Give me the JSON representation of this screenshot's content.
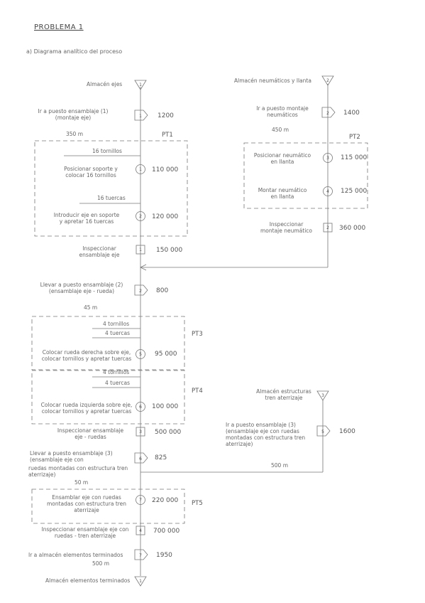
{
  "header": {
    "title": "PROBLEMA 1",
    "subtitle": "a)   Diagrama analítico del proceso"
  },
  "main_line": {
    "start_label": "Almacén ejes",
    "start_symbol": "1",
    "steps": [
      {
        "symbol": "1",
        "lines": [
          "Ir a puesto ensamblaje (1)",
          "(montaje eje)"
        ],
        "distance": "350 m",
        "cost": "1200"
      },
      {
        "symbol": "1",
        "lines": [
          "Posicionar soporte y",
          "colocar 16 tornillos"
        ],
        "cost": "110 000"
      },
      {
        "symbol": "2",
        "lines": [
          "Introducir eje en soporte",
          "y apretar 16 tuercas"
        ],
        "cost": "120 000"
      },
      {
        "symbol": "1",
        "lines": [
          "Inspeccionar",
          "ensamblaje eje"
        ],
        "cost": "150 000"
      },
      {
        "symbol": "2",
        "lines": [
          "Llevar a puesto ensamblaje (2)",
          "(ensamblaje eje - rueda)"
        ],
        "distance": "45 m",
        "cost": "800"
      },
      {
        "symbol": "5",
        "lines": [
          "Colocar rueda derecha sobre eje,",
          "colocar tornillos y apretar tuercas"
        ],
        "cost": "95 000"
      },
      {
        "symbol": "6",
        "lines": [
          "Colocar rueda izquierda sobre eje,",
          "colocar tornillos y apretar tuercas"
        ],
        "cost": "100 000"
      },
      {
        "symbol": "3",
        "lines": [
          "Inspeccionar ensamblaje",
          "eje - ruedas"
        ],
        "cost": "500 000"
      },
      {
        "symbol": "6",
        "lines": [
          "Llevar a puesto ensamblaje (3)",
          "(ensamblaje eje con",
          "ruedas montadas con estructura tren aterrizaje)"
        ],
        "distance": "50 m",
        "cost": "825"
      },
      {
        "symbol": "7",
        "lines": [
          "Ensamblar eje con ruedas",
          "montadas con estructura tren",
          "aterrizaje"
        ],
        "cost": "220 000"
      },
      {
        "symbol": "4",
        "lines": [
          "Inspeccionar ensamblaje eje con",
          "ruedas - tren aterrizaje"
        ],
        "cost": "700 000"
      },
      {
        "symbol": "7",
        "lines": [
          "Ir a almacén elementos terminados"
        ],
        "distance": "500 m",
        "cost": "1950"
      }
    ],
    "end_label": "Almacén elementos terminados",
    "end_symbol": "1"
  },
  "inputs": {
    "pt1": "16 tornillos",
    "pt1b": "16 tuercas",
    "pt3a": "4 tornillos",
    "pt3b": "4 tuercas",
    "pt4a": "4 tornillos",
    "pt4b": "4 tuercas"
  },
  "right_line": {
    "start_label": "Almacén neumáticos y llanta",
    "start_symbol": "2",
    "steps": [
      {
        "symbol": "2",
        "lines": [
          "Ir a puesto montaje",
          "neumáticos"
        ],
        "distance": "450 m",
        "cost": "1400"
      },
      {
        "symbol": "3",
        "lines": [
          "Posicionar neumático",
          "en llanta"
        ],
        "cost": "115 000"
      },
      {
        "symbol": "4",
        "lines": [
          "Montar neumático",
          "en llanta"
        ],
        "cost": "125 000"
      },
      {
        "symbol": "2",
        "lines": [
          "Inspeccionar",
          "montaje neumático"
        ],
        "cost": "360 000"
      }
    ]
  },
  "third_line": {
    "start_label": "Almacén estructuras",
    "start_label2": "tren aterrizaje",
    "start_symbol": "3",
    "steps": [
      {
        "symbol": "5",
        "lines": [
          "Ir a puesto ensamblaje (3)",
          "(ensamblaje eje con ruedas",
          "montadas con estructura tren",
          "aterrizaje)"
        ],
        "distance": "500 m",
        "cost": "1600"
      }
    ]
  },
  "pt_labels": {
    "pt1": "PT1",
    "pt2": "PT2",
    "pt3": "PT3",
    "pt4": "PT4",
    "pt5": "PT5"
  }
}
